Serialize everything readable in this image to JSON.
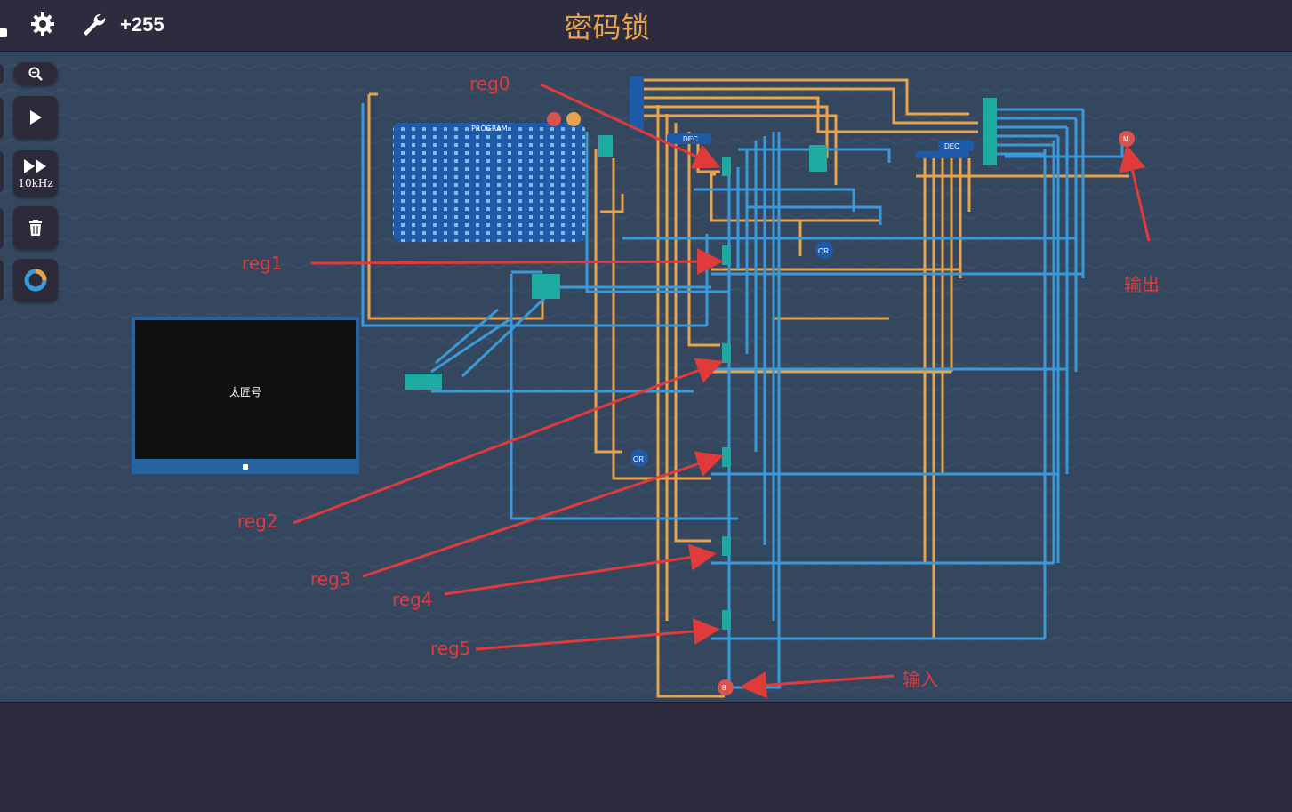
{
  "toolbar": {
    "score": "+255",
    "icons": [
      "lock-icon",
      "gear-icon",
      "wrench-icon"
    ]
  },
  "title": "密码锁",
  "sidebar": {
    "zoom_icon": "magnifier-icon",
    "play_icon": "play-icon",
    "speed_label": "10kHz",
    "delete_icon": "trash-icon",
    "circle_icon": "ring-icon"
  },
  "monitor": {
    "text": "太匠号"
  },
  "annotations": {
    "reg0": "reg0",
    "reg1": "reg1",
    "reg2": "reg2",
    "reg3": "reg3",
    "reg4": "reg4",
    "reg5": "reg5",
    "output": "输出",
    "input": "输入"
  },
  "circuit": {
    "program_label": "PROGRAM",
    "dec_label_1": "DEC",
    "dec_label_2": "DEC",
    "or_label_1": "OR",
    "or_label_2": "OR",
    "input_pin_label": "8",
    "output_pin_label": "M"
  },
  "colors": {
    "orange_wire": "#e8a44c",
    "blue_wire": "#3a9ad9",
    "canvas": "#34475e",
    "teal_component": "#1ea9a1",
    "annotation_red": "#e03b3b"
  }
}
